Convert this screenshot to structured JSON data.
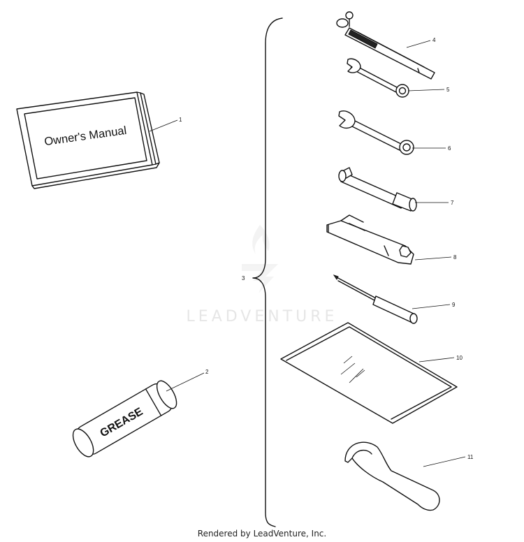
{
  "manual": {
    "title": "Owner's Manual"
  },
  "grease": {
    "label": "GREASE"
  },
  "callouts": [
    "1",
    "2",
    "3",
    "4",
    "5",
    "6",
    "7",
    "8",
    "9",
    "10",
    "11"
  ],
  "watermark": {
    "text": "LEADVENTURE"
  },
  "footer": {
    "text": "Rendered by LeadVenture, Inc."
  },
  "colors": {
    "ink": "#111111",
    "watermark": "#e6e6e6",
    "background": "#ffffff"
  }
}
